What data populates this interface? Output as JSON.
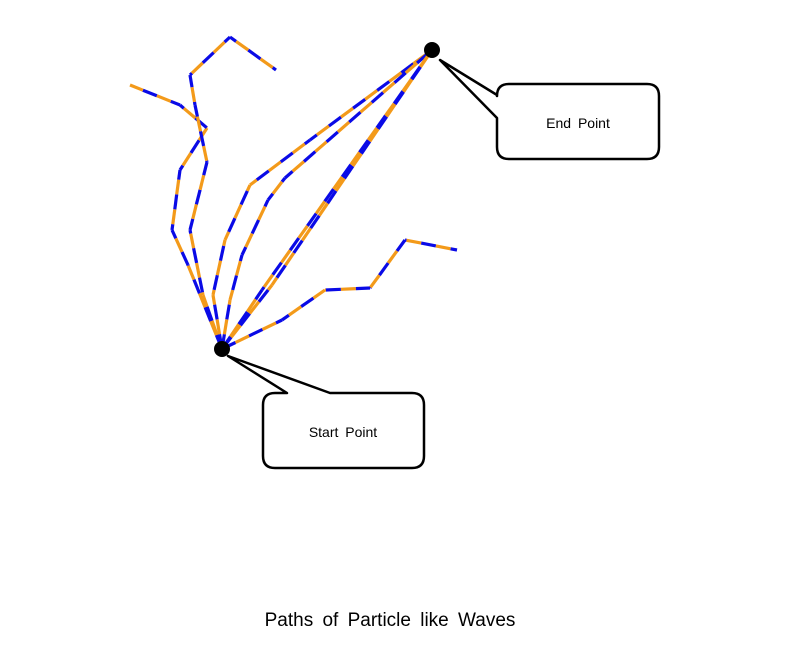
{
  "diagram": {
    "caption": "Paths of Particle like Waves",
    "start_label": "Start Point",
    "end_label": "End Point",
    "colors": {
      "wave_a": "#0a0ae6",
      "wave_b": "#f39a1a",
      "ink": "#000000"
    }
  }
}
